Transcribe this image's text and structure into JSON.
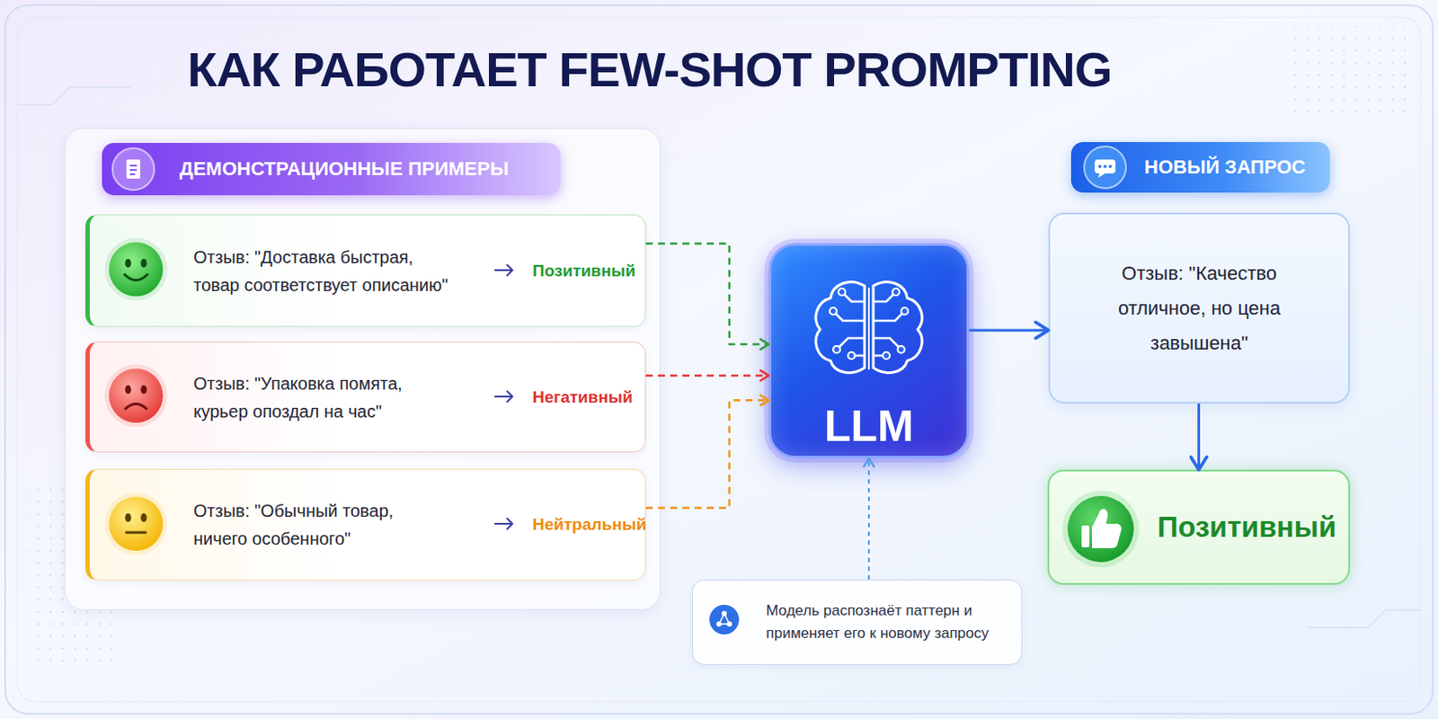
{
  "diagram": {
    "title": "КАК РАБОТАЕТ FEW-SHOT PROMPTING",
    "nodes": [
      {
        "text": [
          "ДЕМОНСТРАЦИОННЫЕ ПРИМЕРЫ"
        ]
      },
      {
        "text": [
          "Отзыв: \"Доставка быстрая, товар соответствует описанию\"",
          "Позитивный"
        ],
        "in": 0
      },
      {
        "text": [
          "Отзыв: \"Упаковка помята, курьер опоздал на час\"",
          "Негативный"
        ],
        "in": 0
      },
      {
        "text": [
          "Отзыв: \"Обычный товар, ничего особенного\"",
          "Нейтральный"
        ],
        "in": 0
      },
      {
        "text": [
          "LLM"
        ]
      },
      {
        "text": [
          "НОВЫЙ ЗАПРОС"
        ]
      },
      {
        "text": [
          "Отзыв: \"Качество отличное, но цена завышена\""
        ]
      },
      {
        "text": [
          "Позитивный"
        ]
      },
      {
        "text": [
          "Модель распознаёт паттерн и применяет его к новому запросу"
        ]
      }
    ],
    "edges": [
      {
        "from": 1,
        "to": 4,
        "arrow": "to"
      },
      {
        "from": 2,
        "to": 4,
        "arrow": "to"
      },
      {
        "from": 3,
        "to": 4,
        "arrow": "to"
      },
      {
        "from": 4,
        "to": 6,
        "arrow": "to"
      },
      {
        "from": 6,
        "to": 7,
        "arrow": "to"
      },
      {
        "from": 8,
        "to": 4,
        "arrow": "to"
      }
    ]
  }
}
